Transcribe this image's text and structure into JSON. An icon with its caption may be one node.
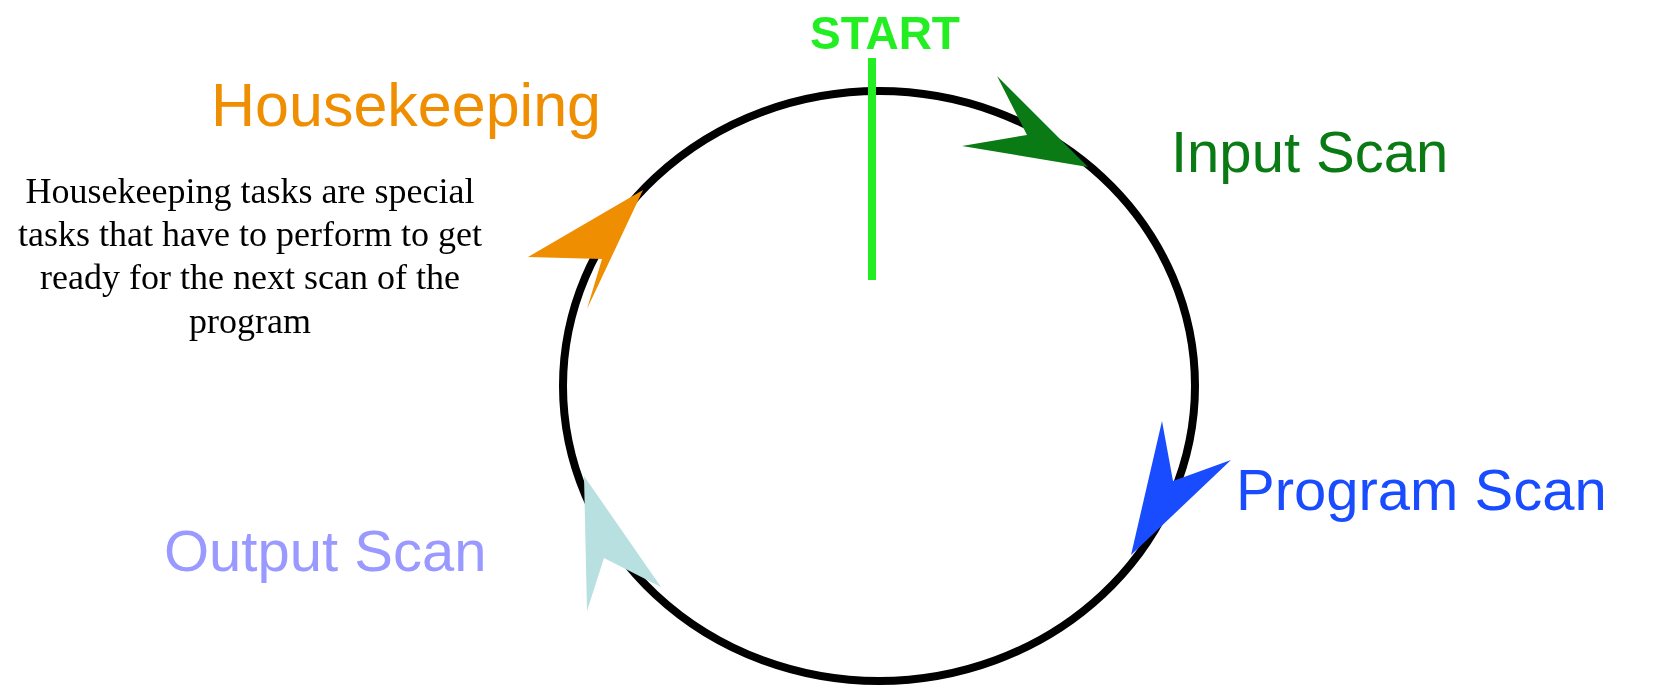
{
  "diagram": {
    "labels": [
      "START",
      "Housekeeping",
      "Housekeeping tasks are special tasks that have to perform to get ready for the next scan of the program",
      "Input Scan",
      "Program Scan",
      "Output Scan"
    ]
  }
}
